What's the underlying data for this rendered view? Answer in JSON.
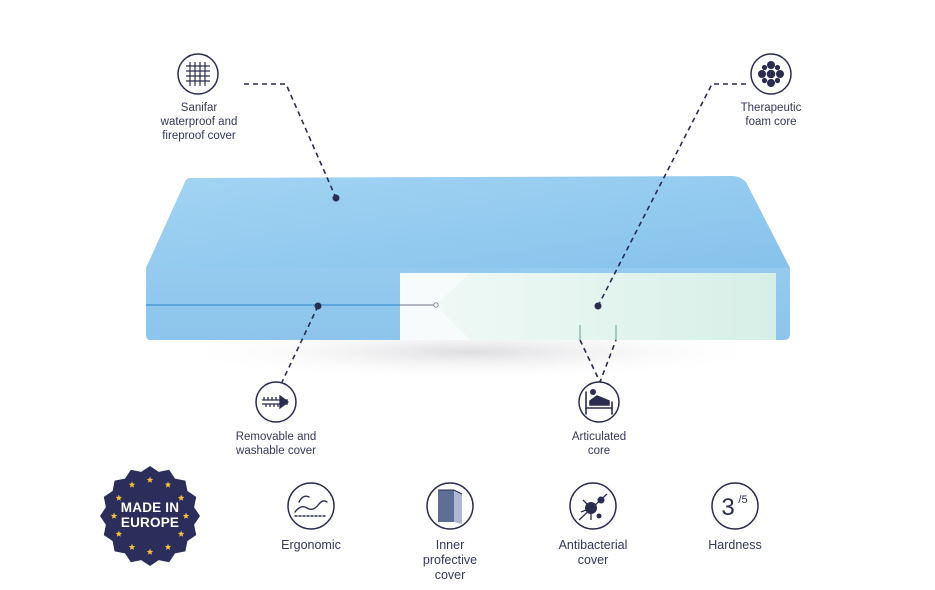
{
  "callouts": {
    "cover": {
      "lines": [
        "Sanifar",
        "waterproof and",
        "fireproof cover"
      ],
      "icon": "fabric-mesh-icon"
    },
    "core": {
      "lines": [
        "Therapeutic",
        "foam core"
      ],
      "icon": "foam-cells-icon"
    },
    "zip": {
      "lines": [
        "Removable and",
        "washable cover"
      ],
      "icon": "zipper-icon"
    },
    "articulated": {
      "lines": [
        "Articulated",
        "core"
      ],
      "icon": "hospital-bed-icon"
    }
  },
  "badge": {
    "lines": [
      "MADE IN",
      "EUROPE"
    ],
    "color": "#2b2d5a",
    "star_color": "#f2c037"
  },
  "features": [
    {
      "id": "ergonomic",
      "lines": [
        "Ergonomic"
      ],
      "icon": "ergonomic-icon"
    },
    {
      "id": "inner",
      "lines": [
        "Inner",
        "profective",
        "cover"
      ],
      "icon": "inner-cover-icon"
    },
    {
      "id": "antibacterial",
      "lines": [
        "Antibacterial",
        "cover"
      ],
      "icon": "antibacterial-icon"
    },
    {
      "id": "hardness",
      "lines": [
        "Hardness"
      ],
      "icon": "hardness-icon",
      "value": "3",
      "scale": "/5"
    }
  ],
  "colors": {
    "cover_blue": "#8ec9ef",
    "core_green": "#dcf1ea",
    "ink": "#2a2d4f"
  }
}
